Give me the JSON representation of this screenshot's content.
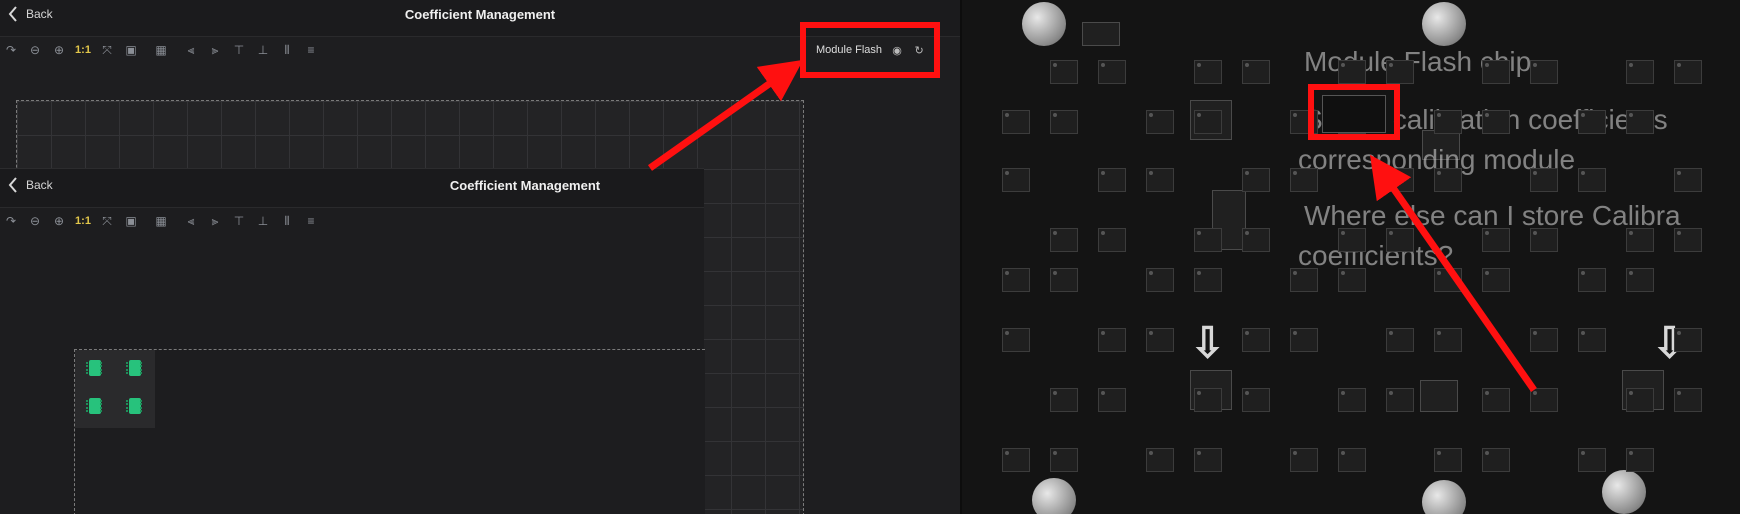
{
  "header": {
    "back_label": "Back",
    "title": "Coefficient Management"
  },
  "overlay_header": {
    "back_label": "Back",
    "title": "Coefficient Management"
  },
  "toolbar": {
    "zoom_1to1_label": "1:1"
  },
  "module_flash": {
    "label": "Module Flash"
  },
  "pcb_annotation": {
    "line1": "Module Flash chip",
    "line2": "Stores calibration coefficients",
    "line3": "corresponding module",
    "line4": "Where else can I store Calibra",
    "line5": "coefficients?"
  },
  "colors": {
    "highlight_red": "#ff1010",
    "chip_green": "#27c27c",
    "zoom_label_yellow": "#e1c64a"
  }
}
